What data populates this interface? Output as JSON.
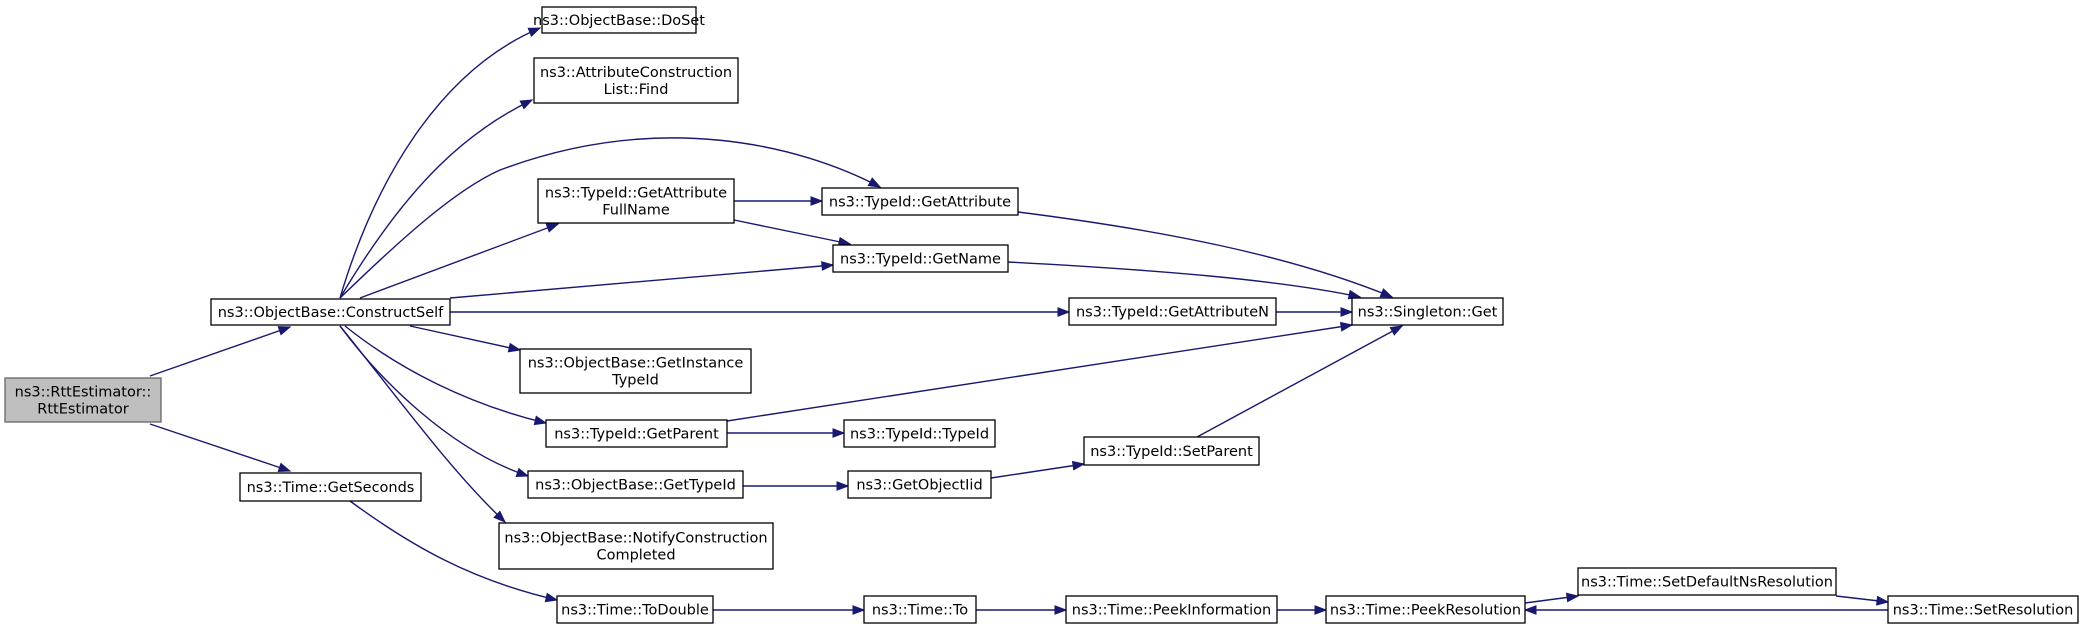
{
  "nodes": [
    {
      "id": "root",
      "lines": [
        "ns3::RttEstimator::",
        "RttEstimator"
      ],
      "root": true
    },
    {
      "id": "construct",
      "lines": [
        "ns3::ObjectBase::ConstructSelf"
      ]
    },
    {
      "id": "getseconds",
      "lines": [
        "ns3::Time::GetSeconds"
      ]
    },
    {
      "id": "doset",
      "lines": [
        "ns3::ObjectBase::DoSet"
      ]
    },
    {
      "id": "find",
      "lines": [
        "ns3::AttributeConstruction",
        "List::Find"
      ]
    },
    {
      "id": "getattrfull",
      "lines": [
        "ns3::TypeId::GetAttribute",
        "FullName"
      ]
    },
    {
      "id": "getattr",
      "lines": [
        "ns3::TypeId::GetAttribute"
      ]
    },
    {
      "id": "getname",
      "lines": [
        "ns3::TypeId::GetName"
      ]
    },
    {
      "id": "getattrn",
      "lines": [
        "ns3::TypeId::GetAttributeN"
      ]
    },
    {
      "id": "singleton",
      "lines": [
        "ns3::Singleton::Get"
      ]
    },
    {
      "id": "getinstance",
      "lines": [
        "ns3::ObjectBase::GetInstance",
        "TypeId"
      ]
    },
    {
      "id": "getparent",
      "lines": [
        "ns3::TypeId::GetParent"
      ]
    },
    {
      "id": "typeid",
      "lines": [
        "ns3::TypeId::TypeId"
      ]
    },
    {
      "id": "setparent",
      "lines": [
        "ns3::TypeId::SetParent"
      ]
    },
    {
      "id": "gettypeid",
      "lines": [
        "ns3::ObjectBase::GetTypeId"
      ]
    },
    {
      "id": "getobjectiid",
      "lines": [
        "ns3::GetObjectIid"
      ]
    },
    {
      "id": "notify",
      "lines": [
        "ns3::ObjectBase::NotifyConstruction",
        "Completed"
      ]
    },
    {
      "id": "todouble",
      "lines": [
        "ns3::Time::ToDouble"
      ]
    },
    {
      "id": "to",
      "lines": [
        "ns3::Time::To"
      ]
    },
    {
      "id": "peekinfo",
      "lines": [
        "ns3::Time::PeekInformation"
      ]
    },
    {
      "id": "peekres",
      "lines": [
        "ns3::Time::PeekResolution"
      ]
    },
    {
      "id": "setdefault",
      "lines": [
        "ns3::Time::SetDefaultNsResolution"
      ]
    },
    {
      "id": "setres",
      "lines": [
        "ns3::Time::SetResolution"
      ]
    }
  ],
  "edges": [
    {
      "from": "root",
      "to": "construct"
    },
    {
      "from": "root",
      "to": "getseconds"
    },
    {
      "from": "construct",
      "to": "doset"
    },
    {
      "from": "construct",
      "to": "find"
    },
    {
      "from": "construct",
      "to": "getattr"
    },
    {
      "from": "construct",
      "to": "getattrfull"
    },
    {
      "from": "construct",
      "to": "getname"
    },
    {
      "from": "construct",
      "to": "getattrn"
    },
    {
      "from": "construct",
      "to": "getinstance"
    },
    {
      "from": "construct",
      "to": "getparent"
    },
    {
      "from": "construct",
      "to": "gettypeid"
    },
    {
      "from": "construct",
      "to": "notify"
    },
    {
      "from": "getattrfull",
      "to": "getattr"
    },
    {
      "from": "getattrfull",
      "to": "getname"
    },
    {
      "from": "getattr",
      "to": "singleton"
    },
    {
      "from": "getname",
      "to": "singleton"
    },
    {
      "from": "getattrn",
      "to": "singleton"
    },
    {
      "from": "getparent",
      "to": "singleton"
    },
    {
      "from": "getparent",
      "to": "typeid"
    },
    {
      "from": "setparent",
      "to": "singleton"
    },
    {
      "from": "gettypeid",
      "to": "getobjectiid"
    },
    {
      "from": "getobjectiid",
      "to": "setparent"
    },
    {
      "from": "getseconds",
      "to": "todouble"
    },
    {
      "from": "todouble",
      "to": "to"
    },
    {
      "from": "to",
      "to": "peekinfo"
    },
    {
      "from": "peekinfo",
      "to": "peekres"
    },
    {
      "from": "peekres",
      "to": "setdefault"
    },
    {
      "from": "setdefault",
      "to": "setres"
    },
    {
      "from": "setres",
      "to": "peekres"
    }
  ],
  "colors": {
    "edge": "#191970",
    "root_fill": "#bfbfbf",
    "node_border": "#000000"
  }
}
